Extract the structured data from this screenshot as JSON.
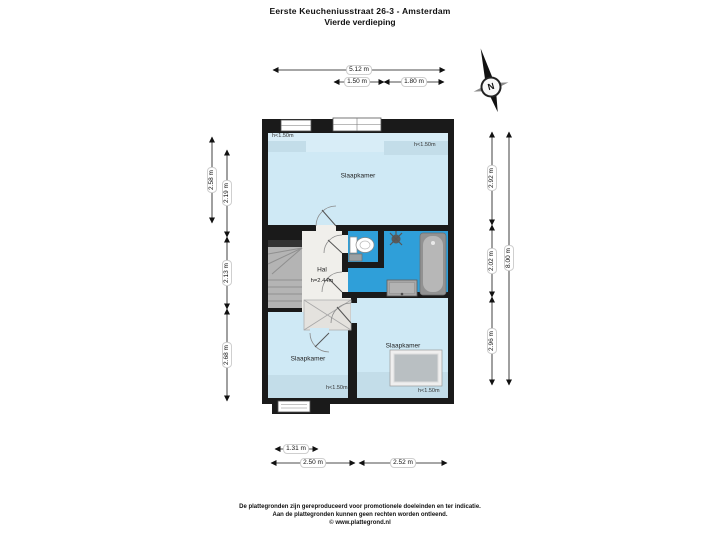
{
  "title": {
    "line1": "Eerste Keucheniusstraat 26-3 - Amsterdam",
    "line2": "Vierde verdieping"
  },
  "compass": {
    "north_label": "N"
  },
  "rooms": {
    "bedroom_top": {
      "label": "Slaapkamer",
      "height_note_left": "h<1.50m",
      "height_note_right": "h<1.50m"
    },
    "hall": {
      "label": "Hal",
      "height_note": "h=2.44m"
    },
    "bedroom_bottom_left": {
      "label": "Slaapkamer",
      "height_note": "h<1.50m"
    },
    "bedroom_bottom_right": {
      "label": "Slaapkamer",
      "height_note": "h<1.50m"
    }
  },
  "dimensions": {
    "top_total": "5.12 m",
    "top_segments": [
      "1.50 m",
      "1.80 m"
    ],
    "left_outer": "2.58 m",
    "left_segments": [
      "2.19 m",
      "2.13 m",
      "2.68 m"
    ],
    "right_segments": [
      "2.92 m",
      "2.02 m",
      "2.96 m"
    ],
    "right_total": "8.00 m",
    "bottom_upper": "1.31 m",
    "bottom_segments": [
      "2.50 m",
      "2.52 m"
    ]
  },
  "footer": {
    "line1": "De plattegronden zijn gereproduceerd voor promotionele doeleinden en ter indicatie.",
    "line2": "Aan de plattegronden kunnen geen rechten worden ontleend.",
    "line3": "© www.plattegrond.nl"
  },
  "colors": {
    "wall": "#1a1a1a",
    "room_fill": "#cfe9f5",
    "room_low_headroom_fill": "#c3dde9",
    "bathroom_fill": "#2f9fd9",
    "hall_fill": "#f0efeb",
    "stairs_fill": "#b4b4b4"
  }
}
